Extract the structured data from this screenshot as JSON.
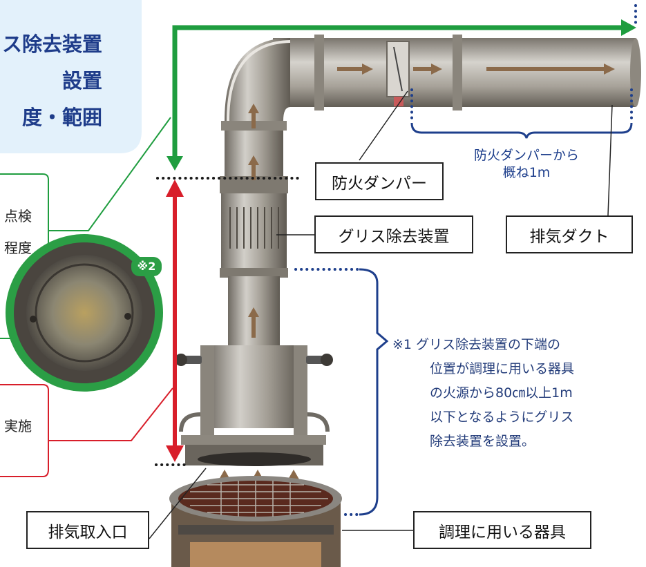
{
  "title_lines": [
    "ス除去装置",
    "設置",
    "度・範囲"
  ],
  "left_green_text": [
    "点検",
    "程度"
  ],
  "left_red_text": [
    "実施"
  ],
  "mark": "※2",
  "labels": {
    "damper": "防火ダンパー",
    "grease": "グリス除去装置",
    "duct": "排気ダクト",
    "intake": "排気取入口",
    "appliance": "調理に用いる器具"
  },
  "dimension_label": [
    "防火ダンパーから",
    "概ね1m"
  ],
  "note_lines": [
    "※1 グリス除去装置の下端の",
    "位置が調理に用いる器具",
    "の火源から80㎝以上1m",
    "以下となるようにグリス",
    "除去装置を設置。"
  ],
  "colors": {
    "green": "#1f9d3f",
    "red": "#d81e2a",
    "navy": "#1e3c8a",
    "panel": "#e3f1fb",
    "pipe": "#a9a59d"
  }
}
